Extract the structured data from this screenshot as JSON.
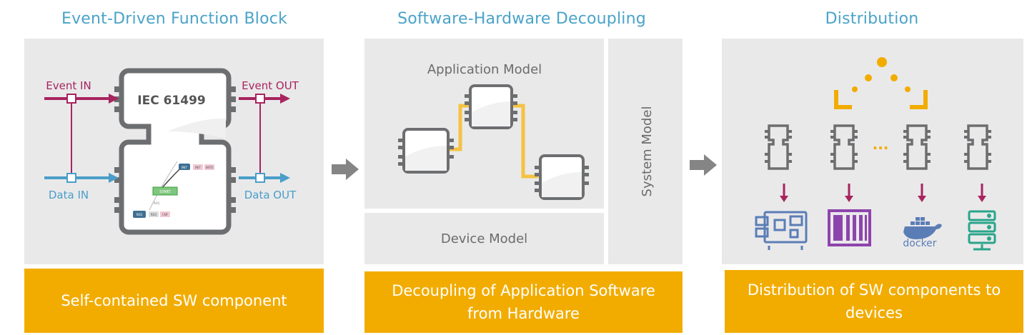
{
  "sections": [
    {
      "title": "Event-Driven Function Block",
      "caption": "Self-contained SW component",
      "block_label": "IEC 61499",
      "event_in": "Event IN",
      "event_out": "Event OUT",
      "data_in": "Data IN",
      "data_out": "Data OUT",
      "mini_labels": [
        "INIT",
        "INIT",
        "INITO",
        "START",
        "REQ",
        "REQ",
        "REQ",
        "CNF"
      ]
    },
    {
      "title": "Software-Hardware Decoupling",
      "caption_line1": "Decoupling of Application Software",
      "caption_line2": "from Hardware",
      "application_model": "Application Model",
      "device_model": "Device Model",
      "system_model": "System Model"
    },
    {
      "title": "Distribution",
      "caption_line1": "Distribution of SW components to",
      "caption_line2": "devices",
      "ellipsis": "...",
      "device_labels": [
        "docker"
      ]
    }
  ],
  "colors": {
    "title_blue": "#4aa3c8",
    "event_magenta": "#a8245e",
    "data_blue": "#4a9ec9",
    "caption_orange": "#f2ac00",
    "connector_yellow": "#f5c242",
    "device_purple": "#8e44ad",
    "device_blue": "#5b7db6",
    "device_teal": "#2aa58a"
  },
  "icons": [
    "raspberry-board-icon",
    "plc-rack-icon",
    "docker-whale-icon",
    "server-stack-icon"
  ]
}
